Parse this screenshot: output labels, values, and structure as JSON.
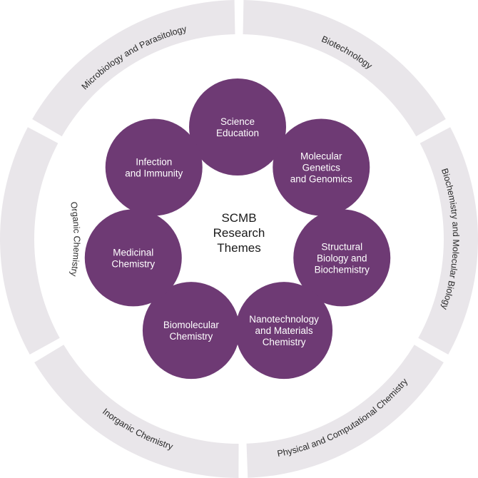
{
  "center_title": [
    "SCMB",
    "Research",
    "Themes"
  ],
  "themes": [
    {
      "lines": [
        "Science",
        "Education"
      ]
    },
    {
      "lines": [
        "Molecular",
        "Genetics",
        "and Genomics"
      ]
    },
    {
      "lines": [
        "Structural",
        "Biology and",
        "Biochemistry"
      ]
    },
    {
      "lines": [
        "Nanotechnology",
        "and Materials",
        "Chemistry"
      ]
    },
    {
      "lines": [
        "Biomolecular",
        "Chemistry"
      ]
    },
    {
      "lines": [
        "Medicinal",
        "Chemistry"
      ]
    },
    {
      "lines": [
        "Infection",
        "and Immunity"
      ]
    }
  ],
  "ring_labels": [
    "Biotechnology",
    "Biochemistry and Molecular Biology",
    "Physical and Computational Chemistry",
    "Inorganic Chemistry",
    "Organic Chemistry",
    "Microbiology and Parasitology"
  ],
  "colors": {
    "theme_fill": "#6e3a74",
    "ring_fill": "#e9e6ea",
    "background": "#ffffff"
  }
}
